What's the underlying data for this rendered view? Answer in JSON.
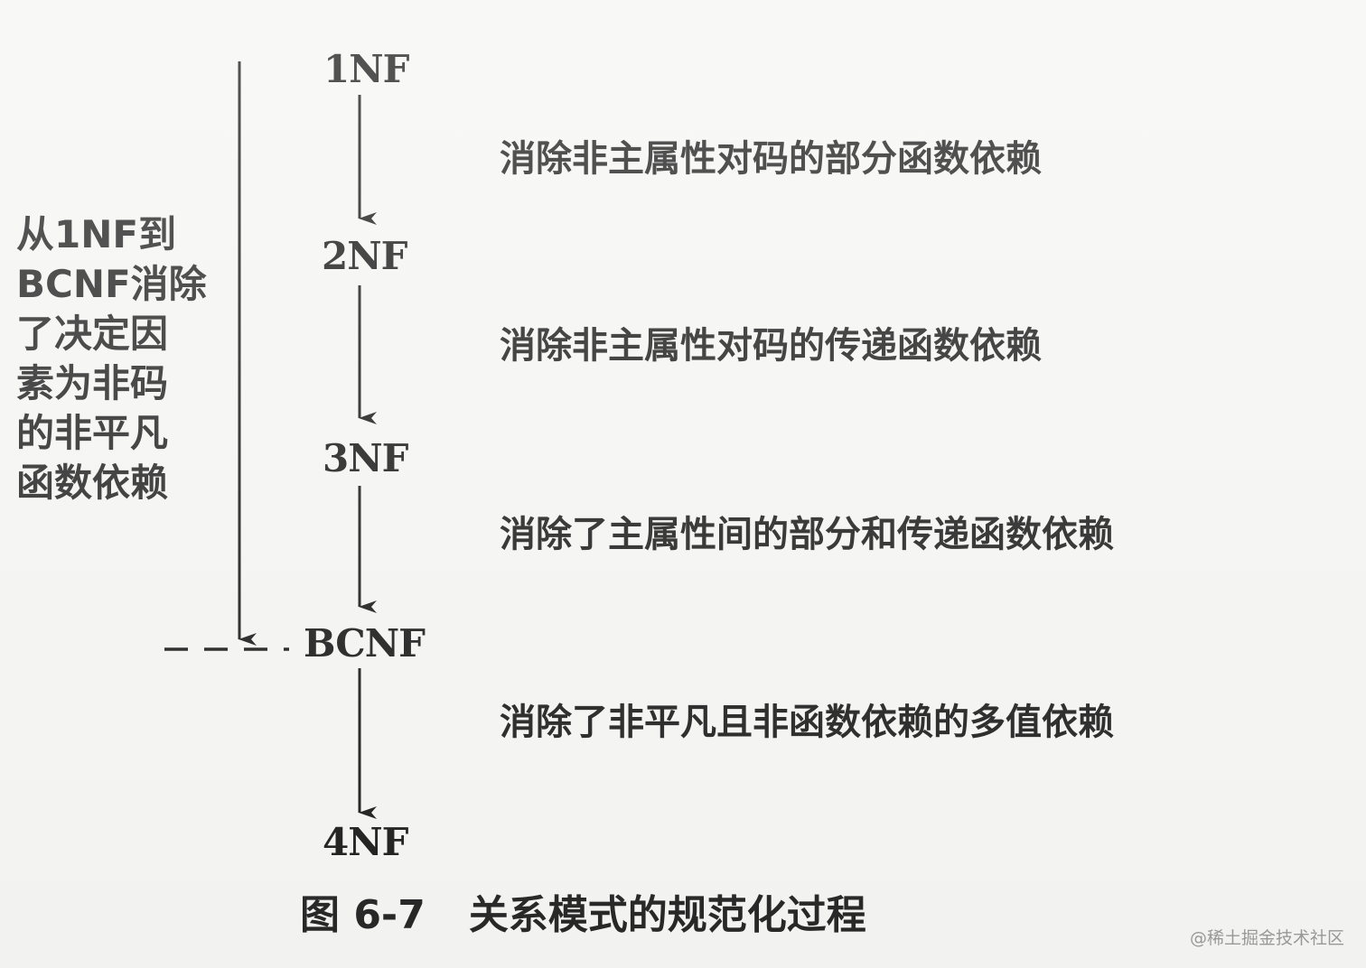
{
  "stages": [
    "1NF",
    "2NF",
    "3NF",
    "BCNF",
    "4NF"
  ],
  "transitions": [
    "消除非主属性对码的部分函数依赖",
    "消除非主属性对码的传递函数依赖",
    "消除了主属性间的部分和传递函数依赖",
    "消除了非平凡且非函数依赖的多值依赖"
  ],
  "side_note": [
    "从1NF到",
    "BCNF消除",
    "了决定因",
    "素为非码",
    "的非平凡",
    "函数依赖"
  ],
  "caption": {
    "number": "图 6-7",
    "title": "关系模式的规范化过程"
  },
  "watermark": "@稀土掘金技术社区"
}
